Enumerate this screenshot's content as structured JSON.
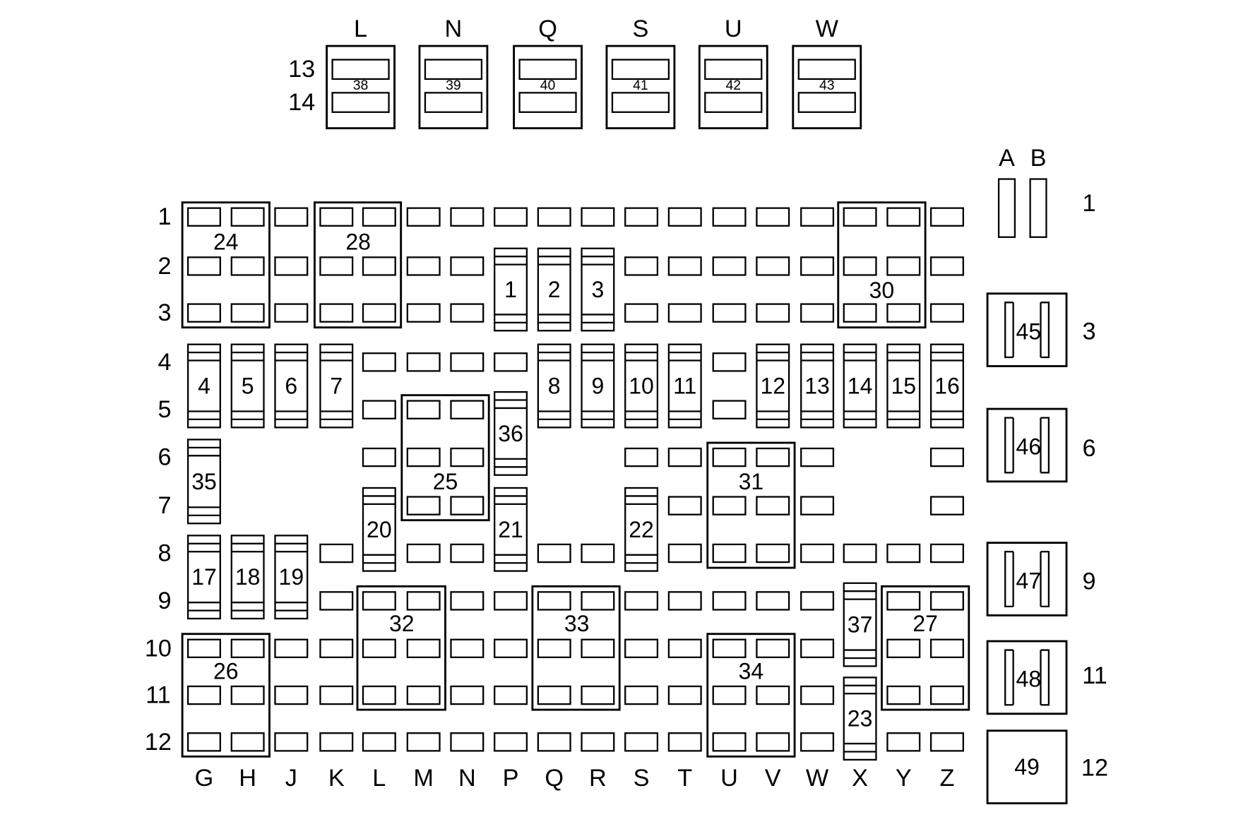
{
  "top_columns": [
    "L",
    "N",
    "Q",
    "S",
    "U",
    "W"
  ],
  "top_rows": [
    "13",
    "14"
  ],
  "top_relays": [
    "38",
    "39",
    "40",
    "41",
    "42",
    "43"
  ],
  "grid_columns": [
    "G",
    "H",
    "J",
    "K",
    "L",
    "M",
    "N",
    "P",
    "Q",
    "R",
    "S",
    "T",
    "U",
    "V",
    "W",
    "X",
    "Y",
    "Z"
  ],
  "grid_rows": [
    "1",
    "2",
    "3",
    "4",
    "5",
    "6",
    "7",
    "8",
    "9",
    "10",
    "11",
    "12"
  ],
  "side_columns": [
    "A",
    "B"
  ],
  "side_rows": [
    "1",
    "3",
    "6",
    "9",
    "11",
    "12"
  ],
  "side_relays": [
    "45",
    "46",
    "47",
    "48"
  ],
  "side_block": "49",
  "block_labels": [
    "24",
    "28",
    "30",
    "25",
    "31",
    "32",
    "33",
    "26",
    "34",
    "27"
  ],
  "fuse_labels": [
    "1",
    "2",
    "3",
    "4",
    "5",
    "6",
    "7",
    "8",
    "9",
    "10",
    "11",
    "12",
    "13",
    "14",
    "15",
    "16",
    "35",
    "36",
    "20",
    "21",
    "22",
    "17",
    "18",
    "19",
    "37",
    "23"
  ]
}
